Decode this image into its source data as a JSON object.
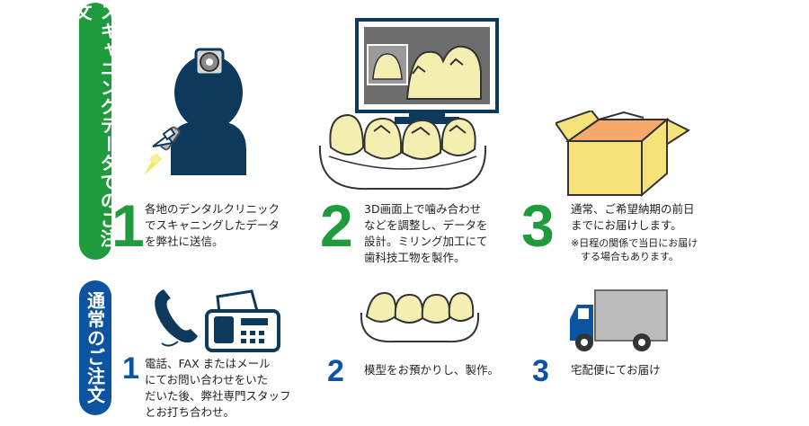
{
  "sections": {
    "scan": {
      "title": "スキャニングデータでのご注文",
      "steps": [
        {
          "num": "1",
          "text": "各地のデンタルクリニック\nでスキャニングしたデータ\nを弊社に送信。"
        },
        {
          "num": "2",
          "text": "3D画面上で噛み合わせ\nなどを調整し、データを\n設計。ミリング加工にて\n歯科技工物を製作。"
        },
        {
          "num": "3",
          "text": "通常、ご希望納期の前日\nまでにお届けします。",
          "note": "※日程の関係で当日にお届け\n　する場合もあります。"
        }
      ]
    },
    "normal": {
      "title": "通常のご注文",
      "steps": [
        {
          "num": "1",
          "text": "電話、FAX またはメール\nにてお問い合わせをいた\nだいた後、弊社専門スタッフ\nとお打ち合わせ。"
        },
        {
          "num": "2",
          "text": "模型をお預かりし、製作。"
        },
        {
          "num": "3",
          "text": "宅配便にてお届け"
        }
      ]
    }
  },
  "colors": {
    "green": "#1f9a3c",
    "blue": "#0c54a0",
    "navy": "#0d3a5c",
    "tooth": "#f4efb0",
    "box": "#f5e27a"
  }
}
